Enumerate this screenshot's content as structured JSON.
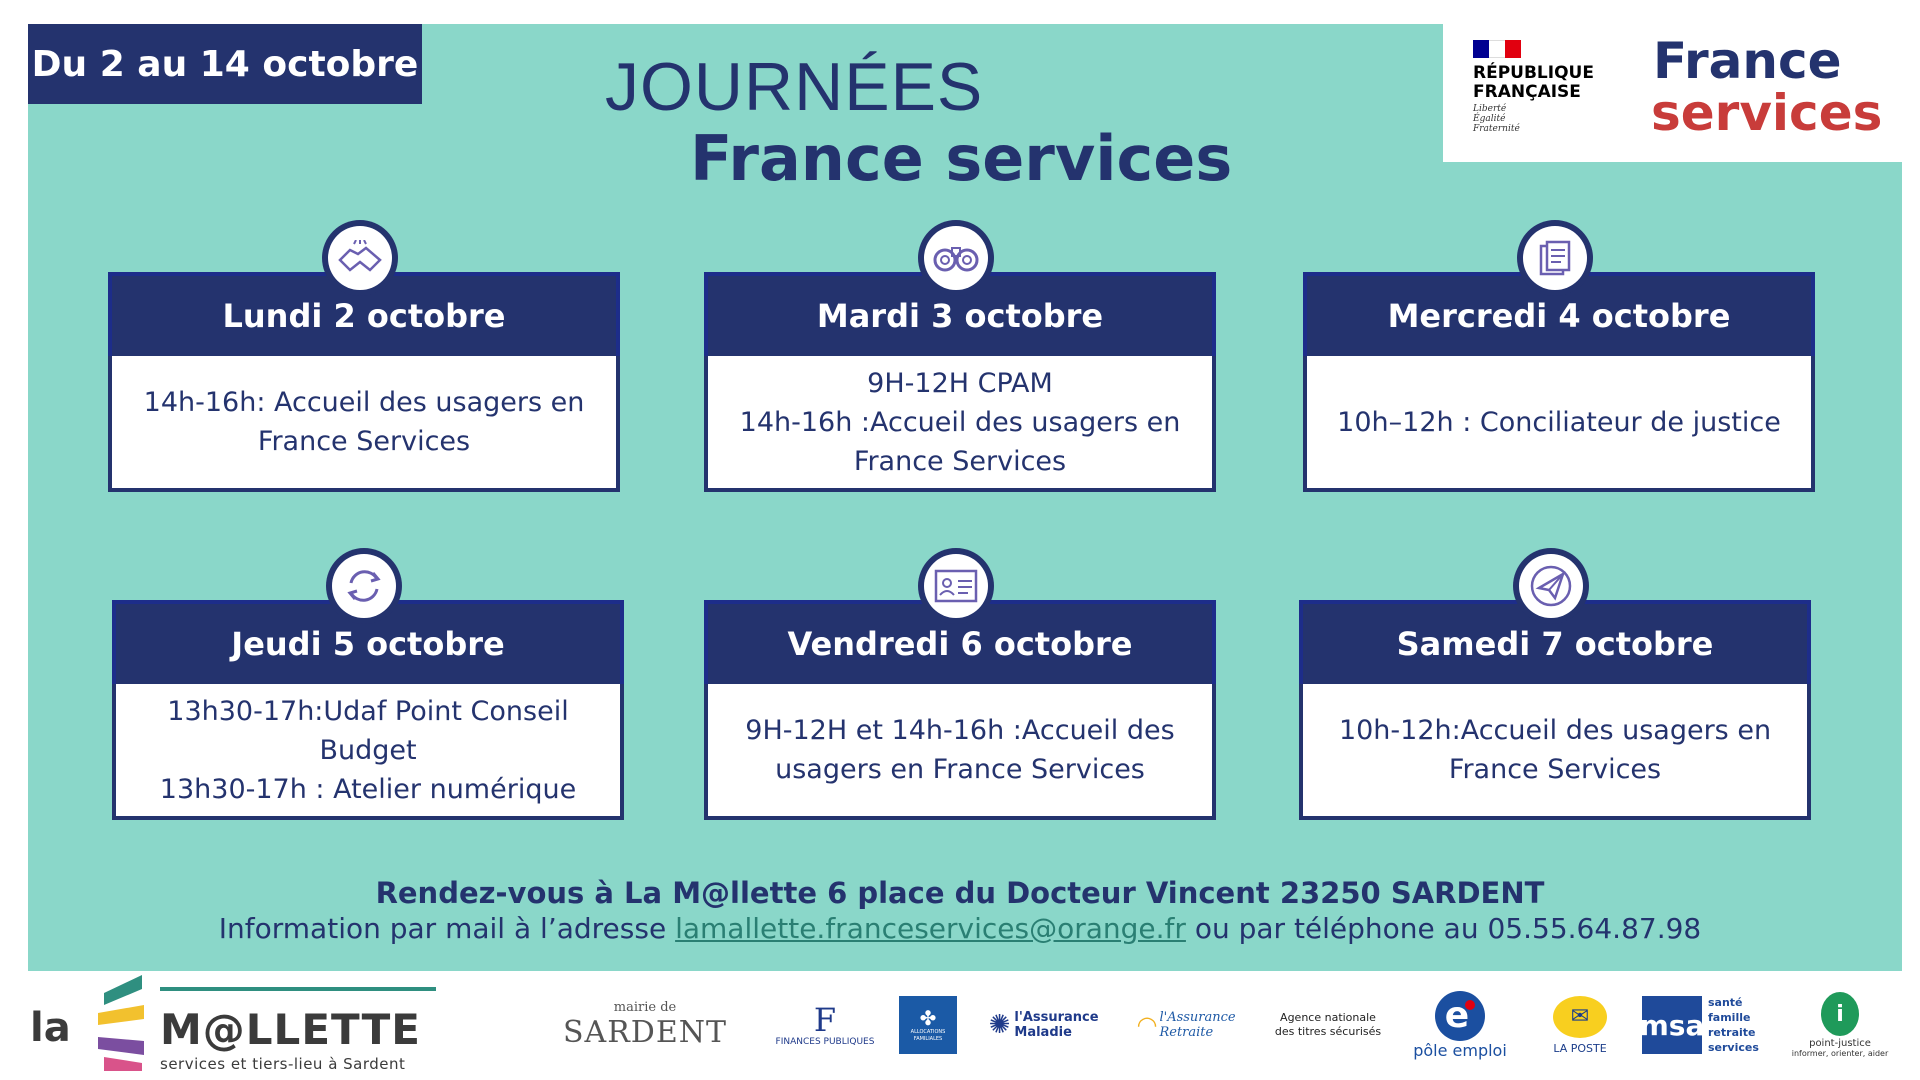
{
  "badge": "Du 2 au 14 octobre",
  "title": {
    "line1": "JOURNÉES",
    "line2": "France services"
  },
  "republique": {
    "name": "RÉPUBLIQUE FRANÇAISE",
    "motto": "Liberté Égalité Fraternité",
    "flag_colors": [
      "#000091",
      "#ffffff",
      "#e1000f"
    ]
  },
  "brand": {
    "line1": "France",
    "line2": "services"
  },
  "days": [
    {
      "title": "Lundi 2 octobre",
      "icon": "handshake-icon",
      "lines": [
        "14h-16h: Accueil des usagers en",
        "France Services"
      ]
    },
    {
      "title": "Mardi 3 octobre",
      "icon": "binoculars-icon",
      "lines": [
        "9H-12H CPAM",
        "14h-16h :Accueil des usagers en",
        "France Services"
      ]
    },
    {
      "title": "Mercredi 4 octobre",
      "icon": "documents-icon",
      "lines": [
        "10h–12h : Conciliateur de justice"
      ]
    },
    {
      "title": "Jeudi 5 octobre",
      "icon": "refresh-icon",
      "lines": [
        "13h30-17h:Udaf Point Conseil",
        "Budget",
        "13h30-17h : Atelier numérique"
      ]
    },
    {
      "title": "Vendredi 6 octobre",
      "icon": "id-card-icon",
      "lines": [
        "9H-12H et 14h-16h :Accueil des",
        "usagers en France Services"
      ]
    },
    {
      "title": "Samedi 7 octobre",
      "icon": "paper-plane-icon",
      "lines": [
        "10h-12h:Accueil des usagers en",
        "France Services"
      ]
    }
  ],
  "footer": {
    "line1": "Rendez-vous à La M@llette 6 place du Docteur Vincent 23250 SARDENT",
    "line2_prefix": "Information par mail à l’adresse ",
    "email": "lamallette.franceservices@orange.fr",
    "line2_suffix": " ou par téléphone au 05.55.64.87.98"
  },
  "mallette": {
    "la": "la",
    "name": "M@LLETTE",
    "tagline": "services et tiers-lieu à Sardent"
  },
  "partners": {
    "sardent_top": "mairie de",
    "sardent": "SARDENT",
    "finances": "FINANCES PUBLIQUES",
    "caf": "ALLOCATIONS FAMILIALES",
    "assurance_maladie": "l'Assurance Maladie",
    "assurance_retraite": "l'Assurance Retraite",
    "ants": "Agence nationale des titres sécurisés",
    "pole_emploi": "pôle emploi",
    "la_poste": "LA POSTE",
    "msa": "msa",
    "msa_lines": "santé famille retraite services",
    "point_justice": "point-justice",
    "point_justice_sub": "informer, orienter, aider"
  }
}
